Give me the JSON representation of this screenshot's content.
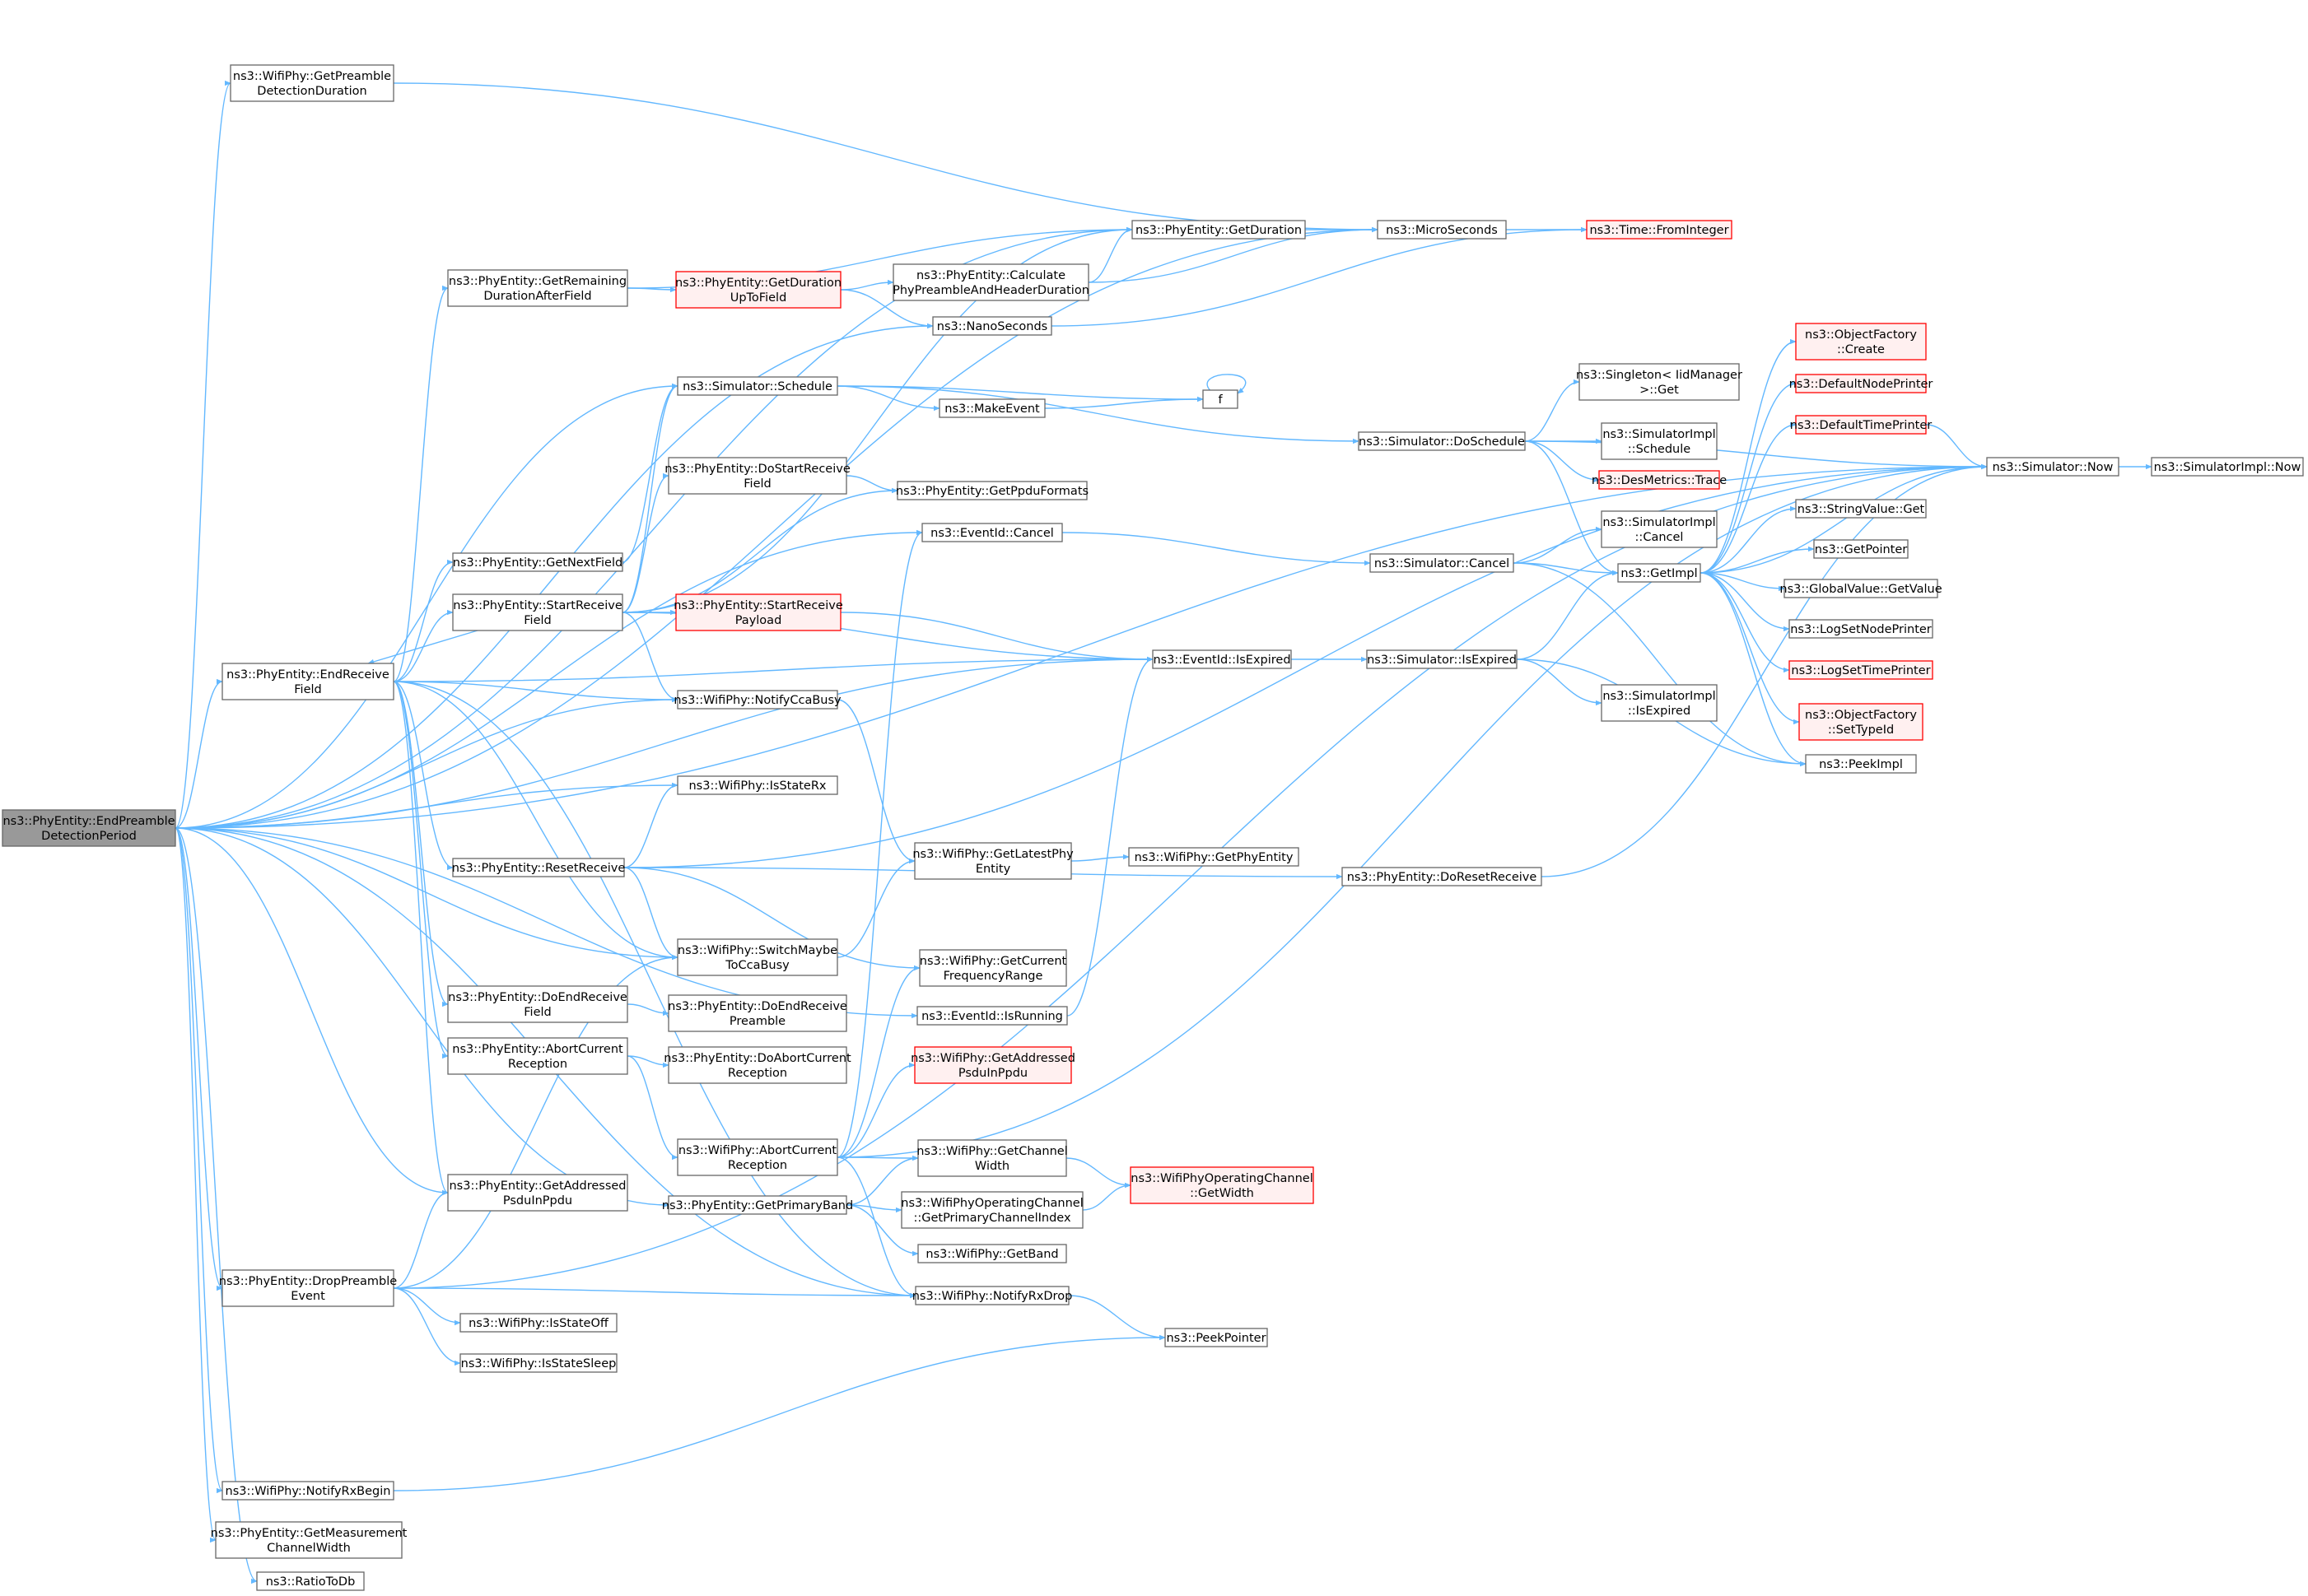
{
  "colors": {
    "edge": "#63b8ff",
    "node_border": "#666666",
    "node_fill": "#ffffff",
    "truncated_border": "#ff0000",
    "truncated_fill": "#fff0f0",
    "root_fill": "#999999",
    "root_border": "#666666"
  },
  "nodes": [
    {
      "id": "root",
      "lines": [
        "ns3::PhyEntity::EndPreamble",
        "DetectionPeriod"
      ],
      "style": "root"
    },
    {
      "id": "getPreambleDet",
      "lines": [
        "ns3::WifiPhy::GetPreamble",
        "DetectionDuration"
      ],
      "style": "normal"
    },
    {
      "id": "getRemaining",
      "lines": [
        "ns3::PhyEntity::GetRemaining",
        "DurationAfterField"
      ],
      "style": "normal"
    },
    {
      "id": "schedule",
      "lines": [
        "ns3::Simulator::Schedule"
      ],
      "style": "normal"
    },
    {
      "id": "doStartRecvField",
      "lines": [
        "ns3::PhyEntity::DoStartReceive",
        "Field"
      ],
      "style": "normal"
    },
    {
      "id": "getNextField",
      "lines": [
        "ns3::PhyEntity::GetNextField"
      ],
      "style": "normal"
    },
    {
      "id": "startRecvField",
      "lines": [
        "ns3::PhyEntity::StartReceive",
        "Field"
      ],
      "style": "normal"
    },
    {
      "id": "endRecvField",
      "lines": [
        "ns3::PhyEntity::EndReceive",
        "Field"
      ],
      "style": "normal"
    },
    {
      "id": "isStateRx",
      "lines": [
        "ns3::WifiPhy::IsStateRx"
      ],
      "style": "normal"
    },
    {
      "id": "resetReceive",
      "lines": [
        "ns3::PhyEntity::ResetReceive"
      ],
      "style": "normal"
    },
    {
      "id": "switchMaybe",
      "lines": [
        "ns3::WifiPhy::SwitchMaybe",
        "ToCcaBusy"
      ],
      "style": "normal"
    },
    {
      "id": "doEndRecvField",
      "lines": [
        "ns3::PhyEntity::DoEndReceive",
        "Field"
      ],
      "style": "normal"
    },
    {
      "id": "abortCurrentPE",
      "lines": [
        "ns3::PhyEntity::AbortCurrent",
        "Reception"
      ],
      "style": "normal"
    },
    {
      "id": "getAddrPE",
      "lines": [
        "ns3::PhyEntity::GetAddressed",
        "PsduInPpdu"
      ],
      "style": "normal"
    },
    {
      "id": "dropPreamble",
      "lines": [
        "ns3::PhyEntity::DropPreamble",
        "Event"
      ],
      "style": "normal"
    },
    {
      "id": "notifyRxBegin",
      "lines": [
        "ns3::WifiPhy::NotifyRxBegin"
      ],
      "style": "normal"
    },
    {
      "id": "getMeasure",
      "lines": [
        "ns3::PhyEntity::GetMeasurement",
        "ChannelWidth"
      ],
      "style": "normal"
    },
    {
      "id": "ratioToDb",
      "lines": [
        "ns3::RatioToDb"
      ],
      "style": "normal"
    },
    {
      "id": "getDurUpTo",
      "lines": [
        "ns3::PhyEntity::GetDuration",
        "UpToField"
      ],
      "style": "truncated"
    },
    {
      "id": "startRecvPayload",
      "lines": [
        "ns3::PhyEntity::StartReceive",
        "Payload"
      ],
      "style": "truncated"
    },
    {
      "id": "notifyCcaBusy",
      "lines": [
        "ns3::WifiPhy::NotifyCcaBusy"
      ],
      "style": "normal"
    },
    {
      "id": "doEndRecvPre",
      "lines": [
        "ns3::PhyEntity::DoEndReceive",
        "Preamble"
      ],
      "style": "normal"
    },
    {
      "id": "doAbortCurrent",
      "lines": [
        "ns3::PhyEntity::DoAbortCurrent",
        "Reception"
      ],
      "style": "normal"
    },
    {
      "id": "abortCurrentWP",
      "lines": [
        "ns3::WifiPhy::AbortCurrent",
        "Reception"
      ],
      "style": "normal"
    },
    {
      "id": "getPrimaryBand",
      "lines": [
        "ns3::PhyEntity::GetPrimaryBand"
      ],
      "style": "normal"
    },
    {
      "id": "isStateOff",
      "lines": [
        "ns3::WifiPhy::IsStateOff"
      ],
      "style": "normal"
    },
    {
      "id": "isStateSleep",
      "lines": [
        "ns3::WifiPhy::IsStateSleep"
      ],
      "style": "normal"
    },
    {
      "id": "calcPhy",
      "lines": [
        "ns3::PhyEntity::Calculate",
        "PhyPreambleAndHeaderDuration"
      ],
      "style": "normal"
    },
    {
      "id": "getDuration",
      "lines": [
        "ns3::PhyEntity::GetDuration"
      ],
      "style": "normal"
    },
    {
      "id": "nanoSeconds",
      "lines": [
        "ns3::NanoSeconds"
      ],
      "style": "normal"
    },
    {
      "id": "makeEvent",
      "lines": [
        "ns3::MakeEvent"
      ],
      "style": "normal"
    },
    {
      "id": "getPpduFormats",
      "lines": [
        "ns3::PhyEntity::GetPpduFormats"
      ],
      "style": "normal"
    },
    {
      "id": "eventCancel",
      "lines": [
        "ns3::EventId::Cancel"
      ],
      "style": "normal"
    },
    {
      "id": "isExpired",
      "lines": [
        "ns3::EventId::IsExpired"
      ],
      "style": "normal"
    },
    {
      "id": "getLatestPhy",
      "lines": [
        "ns3::WifiPhy::GetLatestPhy",
        "Entity"
      ],
      "style": "normal"
    },
    {
      "id": "getCurFreq",
      "lines": [
        "ns3::WifiPhy::GetCurrent",
        "FrequencyRange"
      ],
      "style": "normal"
    },
    {
      "id": "isRunning",
      "lines": [
        "ns3::EventId::IsRunning"
      ],
      "style": "normal"
    },
    {
      "id": "getAddrWP",
      "lines": [
        "ns3::WifiPhy::GetAddressed",
        "PsduInPpdu"
      ],
      "style": "truncated"
    },
    {
      "id": "getChanWidth",
      "lines": [
        "ns3::WifiPhy::GetChannel",
        "Width"
      ],
      "style": "normal"
    },
    {
      "id": "getPrimaryIdx",
      "lines": [
        "ns3::WifiPhyOperatingChannel",
        "::GetPrimaryChannelIndex"
      ],
      "style": "normal"
    },
    {
      "id": "getBand",
      "lines": [
        "ns3::WifiPhy::GetBand"
      ],
      "style": "normal"
    },
    {
      "id": "notifyRxDrop",
      "lines": [
        "ns3::WifiPhy::NotifyRxDrop"
      ],
      "style": "normal"
    },
    {
      "id": "microSeconds",
      "lines": [
        "ns3::MicroSeconds"
      ],
      "style": "normal"
    },
    {
      "id": "fNode",
      "lines": [
        "f"
      ],
      "style": "normal"
    },
    {
      "id": "doSchedule",
      "lines": [
        "ns3::Simulator::DoSchedule"
      ],
      "style": "normal"
    },
    {
      "id": "simCancel",
      "lines": [
        "ns3::Simulator::Cancel"
      ],
      "style": "normal"
    },
    {
      "id": "simIsExpired",
      "lines": [
        "ns3::Simulator::IsExpired"
      ],
      "style": "normal"
    },
    {
      "id": "getPhyEntity",
      "lines": [
        "ns3::WifiPhy::GetPhyEntity"
      ],
      "style": "normal"
    },
    {
      "id": "doResetReceive",
      "lines": [
        "ns3::PhyEntity::DoResetReceive"
      ],
      "style": "normal"
    },
    {
      "id": "opChanGetWidth",
      "lines": [
        "ns3::WifiPhyOperatingChannel",
        "::GetWidth"
      ],
      "style": "truncated"
    },
    {
      "id": "peekPointer",
      "lines": [
        "ns3::PeekPointer"
      ],
      "style": "normal"
    },
    {
      "id": "fromInteger",
      "lines": [
        "ns3::Time::FromInteger"
      ],
      "style": "truncated"
    },
    {
      "id": "singletonGet",
      "lines": [
        "ns3::Singleton< IidManager",
        " >::Get"
      ],
      "style": "normal"
    },
    {
      "id": "simImplSchedule",
      "lines": [
        "ns3::SimulatorImpl",
        "::Schedule"
      ],
      "style": "normal"
    },
    {
      "id": "desMetrics",
      "lines": [
        "ns3::DesMetrics::Trace"
      ],
      "style": "truncated"
    },
    {
      "id": "simImplCancel",
      "lines": [
        "ns3::SimulatorImpl",
        "::Cancel"
      ],
      "style": "normal"
    },
    {
      "id": "getImpl",
      "lines": [
        "ns3::GetImpl"
      ],
      "style": "normal"
    },
    {
      "id": "simImplIsExpired",
      "lines": [
        "ns3::SimulatorImpl",
        "::IsExpired"
      ],
      "style": "normal"
    },
    {
      "id": "peekImpl",
      "lines": [
        "ns3::PeekImpl"
      ],
      "style": "normal"
    },
    {
      "id": "objFactoryCreate",
      "lines": [
        "ns3::ObjectFactory",
        "::Create"
      ],
      "style": "truncated"
    },
    {
      "id": "defNodePrinter",
      "lines": [
        "ns3::DefaultNodePrinter"
      ],
      "style": "truncated"
    },
    {
      "id": "defTimePrinter",
      "lines": [
        "ns3::DefaultTimePrinter"
      ],
      "style": "truncated"
    },
    {
      "id": "stringValueGet",
      "lines": [
        "ns3::StringValue::Get"
      ],
      "style": "normal"
    },
    {
      "id": "getPointer",
      "lines": [
        "ns3::GetPointer"
      ],
      "style": "normal"
    },
    {
      "id": "globalValueGet",
      "lines": [
        "ns3::GlobalValue::GetValue"
      ],
      "style": "normal"
    },
    {
      "id": "logSetNode",
      "lines": [
        "ns3::LogSetNodePrinter"
      ],
      "style": "normal"
    },
    {
      "id": "logSetTime",
      "lines": [
        "ns3::LogSetTimePrinter"
      ],
      "style": "truncated"
    },
    {
      "id": "objFactorySetTid",
      "lines": [
        "ns3::ObjectFactory",
        "::SetTypeId"
      ],
      "style": "truncated"
    },
    {
      "id": "simNow",
      "lines": [
        "ns3::Simulator::Now"
      ],
      "style": "normal"
    },
    {
      "id": "simImplNow",
      "lines": [
        "ns3::SimulatorImpl::Now"
      ],
      "style": "normal"
    }
  ],
  "edges": [
    [
      "root",
      "getPreambleDet"
    ],
    [
      "root",
      "endRecvField"
    ],
    [
      "root",
      "schedule"
    ],
    [
      "root",
      "nanoSeconds"
    ],
    [
      "root",
      "getDuration"
    ],
    [
      "root",
      "microSeconds"
    ],
    [
      "root",
      "simNow"
    ],
    [
      "root",
      "eventCancel"
    ],
    [
      "root",
      "isExpired"
    ],
    [
      "root",
      "notifyCcaBusy"
    ],
    [
      "root",
      "isStateRx"
    ],
    [
      "root",
      "switchMaybe"
    ],
    [
      "root",
      "isRunning"
    ],
    [
      "root",
      "getAddrPE"
    ],
    [
      "root",
      "getPrimaryBand"
    ],
    [
      "root",
      "dropPreamble"
    ],
    [
      "root",
      "notifyRxBegin"
    ],
    [
      "root",
      "getMeasure"
    ],
    [
      "root",
      "ratioToDb"
    ],
    [
      "root",
      "notifyRxDrop"
    ],
    [
      "getPreambleDet",
      "microSeconds"
    ],
    [
      "endRecvField",
      "getRemaining"
    ],
    [
      "endRecvField",
      "getNextField"
    ],
    [
      "endRecvField",
      "startRecvField"
    ],
    [
      "endRecvField",
      "isExpired"
    ],
    [
      "endRecvField",
      "notifyCcaBusy"
    ],
    [
      "endRecvField",
      "resetReceive"
    ],
    [
      "endRecvField",
      "switchMaybe"
    ],
    [
      "endRecvField",
      "doEndRecvField"
    ],
    [
      "endRecvField",
      "abortCurrentPE"
    ],
    [
      "endRecvField",
      "getAddrPE"
    ],
    [
      "endRecvField",
      "notifyRxDrop"
    ],
    [
      "getRemaining",
      "getDurUpTo"
    ],
    [
      "getRemaining",
      "getDuration"
    ],
    [
      "getNextField",
      "schedule"
    ],
    [
      "startRecvField",
      "endRecvField"
    ],
    [
      "startRecvField",
      "doStartRecvField"
    ],
    [
      "startRecvField",
      "startRecvPayload"
    ],
    [
      "startRecvField",
      "schedule"
    ],
    [
      "startRecvField",
      "getDuration"
    ],
    [
      "startRecvField",
      "getPpduFormats"
    ],
    [
      "startRecvField",
      "isExpired"
    ],
    [
      "startRecvField",
      "notifyCcaBusy"
    ],
    [
      "doStartRecvField",
      "getPpduFormats"
    ],
    [
      "resetReceive",
      "isStateRx"
    ],
    [
      "resetReceive",
      "switchMaybe"
    ],
    [
      "resetReceive",
      "getCurFreq"
    ],
    [
      "resetReceive",
      "doResetReceive"
    ],
    [
      "resetReceive",
      "simNow"
    ],
    [
      "doEndRecvField",
      "doEndRecvPre"
    ],
    [
      "abortCurrentPE",
      "doAbortCurrent"
    ],
    [
      "abortCurrentPE",
      "abortCurrentWP"
    ],
    [
      "abortCurrentWP",
      "eventCancel"
    ],
    [
      "abortCurrentWP",
      "getCurFreq"
    ],
    [
      "abortCurrentWP",
      "getAddrWP"
    ],
    [
      "abortCurrentWP",
      "getChanWidth"
    ],
    [
      "abortCurrentWP",
      "notifyRxDrop"
    ],
    [
      "abortCurrentWP",
      "simNow"
    ],
    [
      "dropPreamble",
      "switchMaybe"
    ],
    [
      "dropPreamble",
      "getAddrPE"
    ],
    [
      "dropPreamble",
      "isStateOff"
    ],
    [
      "dropPreamble",
      "isStateSleep"
    ],
    [
      "dropPreamble",
      "notifyRxDrop"
    ],
    [
      "dropPreamble",
      "simNow"
    ],
    [
      "getPrimaryBand",
      "getChanWidth"
    ],
    [
      "getPrimaryBand",
      "getPrimaryIdx"
    ],
    [
      "getPrimaryBand",
      "getBand"
    ],
    [
      "notifyRxBegin",
      "peekPointer"
    ],
    [
      "notifyRxDrop",
      "peekPointer"
    ],
    [
      "getDurUpTo",
      "calcPhy"
    ],
    [
      "getDurUpTo",
      "nanoSeconds"
    ],
    [
      "calcPhy",
      "getDuration"
    ],
    [
      "calcPhy",
      "microSeconds"
    ],
    [
      "getDuration",
      "microSeconds"
    ],
    [
      "microSeconds",
      "fromInteger"
    ],
    [
      "nanoSeconds",
      "fromInteger"
    ],
    [
      "schedule",
      "makeEvent"
    ],
    [
      "schedule",
      "fNode"
    ],
    [
      "schedule",
      "doSchedule"
    ],
    [
      "makeEvent",
      "fNode"
    ],
    [
      "fNode",
      "fNode"
    ],
    [
      "startRecvPayload",
      "isExpired"
    ],
    [
      "notifyCcaBusy",
      "getLatestPhy"
    ],
    [
      "switchMaybe",
      "getLatestPhy"
    ],
    [
      "getLatestPhy",
      "getPhyEntity"
    ],
    [
      "eventCancel",
      "simCancel"
    ],
    [
      "isExpired",
      "simIsExpired"
    ],
    [
      "isRunning",
      "isExpired"
    ],
    [
      "getChanWidth",
      "opChanGetWidth"
    ],
    [
      "getPrimaryIdx",
      "opChanGetWidth"
    ],
    [
      "doSchedule",
      "singletonGet"
    ],
    [
      "doSchedule",
      "simImplSchedule"
    ],
    [
      "doSchedule",
      "desMetrics"
    ],
    [
      "doSchedule",
      "getImpl"
    ],
    [
      "doSchedule",
      "simNow"
    ],
    [
      "simCancel",
      "simImplCancel"
    ],
    [
      "simCancel",
      "getImpl"
    ],
    [
      "simCancel",
      "peekImpl"
    ],
    [
      "simIsExpired",
      "getImpl"
    ],
    [
      "simIsExpired",
      "simImplIsExpired"
    ],
    [
      "simIsExpired",
      "peekImpl"
    ],
    [
      "getImpl",
      "objFactoryCreate"
    ],
    [
      "getImpl",
      "defNodePrinter"
    ],
    [
      "getImpl",
      "defTimePrinter"
    ],
    [
      "getImpl",
      "simNow"
    ],
    [
      "getImpl",
      "stringValueGet"
    ],
    [
      "getImpl",
      "getPointer"
    ],
    [
      "getImpl",
      "globalValueGet"
    ],
    [
      "getImpl",
      "logSetNode"
    ],
    [
      "getImpl",
      "logSetTime"
    ],
    [
      "getImpl",
      "objFactorySetTid"
    ],
    [
      "getImpl",
      "peekImpl"
    ],
    [
      "defTimePrinter",
      "simNow"
    ],
    [
      "doResetReceive",
      "simNow"
    ],
    [
      "simNow",
      "simImplNow"
    ]
  ]
}
